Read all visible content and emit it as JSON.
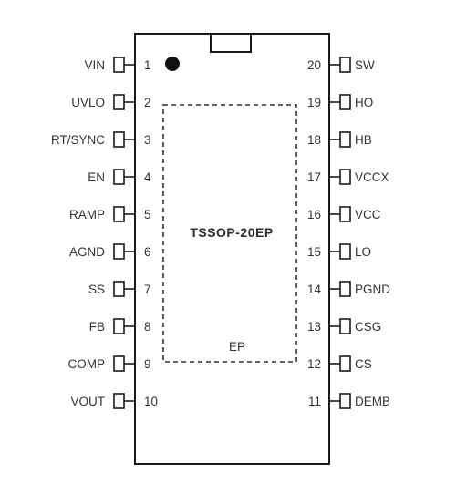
{
  "package_name": "TSSOP-20EP",
  "exposed_pad_label": "EP",
  "left_pins": [
    {
      "number": "1",
      "name": "VIN"
    },
    {
      "number": "2",
      "name": "UVLO"
    },
    {
      "number": "3",
      "name": "RT/SYNC"
    },
    {
      "number": "4",
      "name": "EN"
    },
    {
      "number": "5",
      "name": "RAMP"
    },
    {
      "number": "6",
      "name": "AGND"
    },
    {
      "number": "7",
      "name": "SS"
    },
    {
      "number": "8",
      "name": "FB"
    },
    {
      "number": "9",
      "name": "COMP"
    },
    {
      "number": "10",
      "name": "VOUT"
    }
  ],
  "right_pins": [
    {
      "number": "20",
      "name": "SW"
    },
    {
      "number": "19",
      "name": "HO"
    },
    {
      "number": "18",
      "name": "HB"
    },
    {
      "number": "17",
      "name": "VCCX"
    },
    {
      "number": "16",
      "name": "VCC"
    },
    {
      "number": "15",
      "name": "LO"
    },
    {
      "number": "14",
      "name": "PGND"
    },
    {
      "number": "13",
      "name": "CSG"
    },
    {
      "number": "12",
      "name": "CS"
    },
    {
      "number": "11",
      "name": "DEMB"
    }
  ]
}
